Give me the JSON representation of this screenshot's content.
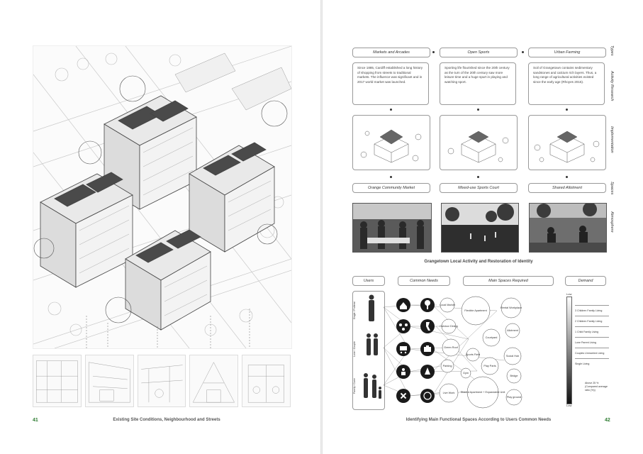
{
  "left_page": {
    "page_number": "41",
    "caption": "Existing Site Conditions, Neighbourhood and Streets"
  },
  "right_page": {
    "page_number": "42",
    "caption": "Identifying Main Functional Spaces According to Users Common Needs",
    "row_labels": [
      "Types",
      "Activity Research",
      "Implementation",
      "Spaces",
      "Atmosphere"
    ],
    "types": [
      "Markets and Arcades",
      "Open Sports",
      "Urban Farming"
    ],
    "research": [
      "Since 1885, Cardiff established a long history of shopping from streets to traditional markets. The influence was significant and in 2017 world market was launched.",
      "Sporting life flourished since the 20th century as the turn of the 20th century saw more leisure time and a huge spurt in playing and watching sport.",
      "Soil of Grangetown contains sedimentary sandstones and calcium rich layers. Thus, a long range of agricultural activities existed since the early age (Rhoyes 2015)."
    ],
    "spaces": [
      "Orange Community Market",
      "Mixed-use Sports Court",
      "Shared Allotment"
    ],
    "section_title": "Grangetown Local Activity and Restoration of Identity",
    "columns": [
      "Users",
      "Common Needs",
      "Main Spaces Required",
      "Demand"
    ],
    "user_groups": [
      "Single / Professi",
      "Lone / Couple",
      "Family / Carer"
    ],
    "spaces_required": [
      "Local Market",
      "Flexible Apartment",
      "Rental Workplace",
      "Outdoor Dining",
      "Courtyard",
      "Allotment",
      "Green Roof",
      "Sports Field",
      "Social Hub",
      "Parking",
      "Gym",
      "Play Parts",
      "Bridge",
      "Live Work",
      "Shared Apartment + Expandable Unit",
      "Play ground"
    ],
    "demand": {
      "top": "Low",
      "bottom": "Low",
      "levels": [
        "3 Children Family Living",
        "2 Children Family Living",
        "1 Child Family Living",
        "Lone Parent Living",
        "Couples Unmarried Living",
        "Single Living"
      ],
      "note": "Above 25 % (Compared average ratio (%))"
    }
  }
}
